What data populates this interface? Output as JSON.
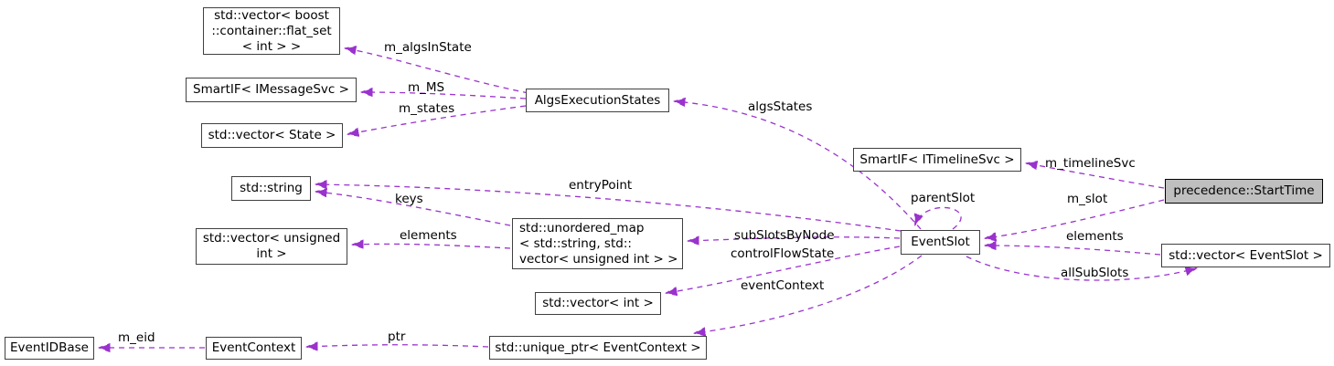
{
  "colors": {
    "edge": "#9a32cd",
    "node_border": "#404040",
    "node_fill": "#ffffff",
    "highlight_fill": "#bfbfbf",
    "highlight_border": "#000000",
    "text": "#000000",
    "background": "#ffffff"
  },
  "nodes": {
    "flat_set": {
      "label": "std::vector< boost\n::container::flat_set\n< int > >"
    },
    "smartif_imessagesvc": {
      "label": "SmartIF< IMessageSvc >"
    },
    "vector_state": {
      "label": "std::vector< State >"
    },
    "algs_execution_states": {
      "label": "AlgsExecutionStates"
    },
    "std_string": {
      "label": "std::string"
    },
    "vector_unsigned_int": {
      "label": "std::vector< unsigned\nint >"
    },
    "unordered_map": {
      "label": "std::unordered_map\n< std::string, std::\nvector< unsigned int > >"
    },
    "vector_int": {
      "label": "std::vector< int >"
    },
    "event_id_base": {
      "label": "EventIDBase"
    },
    "event_context": {
      "label": "EventContext"
    },
    "unique_ptr_event_context": {
      "label": "std::unique_ptr< EventContext >"
    },
    "smartif_itimelinesvc": {
      "label": "SmartIF< ITimelineSvc >"
    },
    "event_slot": {
      "label": "EventSlot"
    },
    "precedence_start_time": {
      "label": "precedence::StartTime"
    },
    "vector_event_slot": {
      "label": "std::vector< EventSlot >"
    }
  },
  "edges": {
    "m_algs_in_state": {
      "label": "m_algsInState"
    },
    "m_ms": {
      "label": "m_MS"
    },
    "m_states": {
      "label": "m_states"
    },
    "algs_states": {
      "label": "algsStates"
    },
    "entry_point": {
      "label": "entryPoint"
    },
    "keys": {
      "label": "keys"
    },
    "elements_map": {
      "label": "elements"
    },
    "sub_slots_by_node": {
      "label": "subSlotsByNode"
    },
    "control_flow_state": {
      "label": "controlFlowState"
    },
    "event_context": {
      "label": "eventContext"
    },
    "parent_slot": {
      "label": "parentSlot"
    },
    "m_timeline_svc": {
      "label": "m_timelineSvc"
    },
    "m_slot": {
      "label": "m_slot"
    },
    "elements_slots": {
      "label": "elements"
    },
    "all_sub_slots": {
      "label": "allSubSlots"
    },
    "m_eid": {
      "label": "m_eid"
    },
    "ptr": {
      "label": "ptr"
    }
  }
}
